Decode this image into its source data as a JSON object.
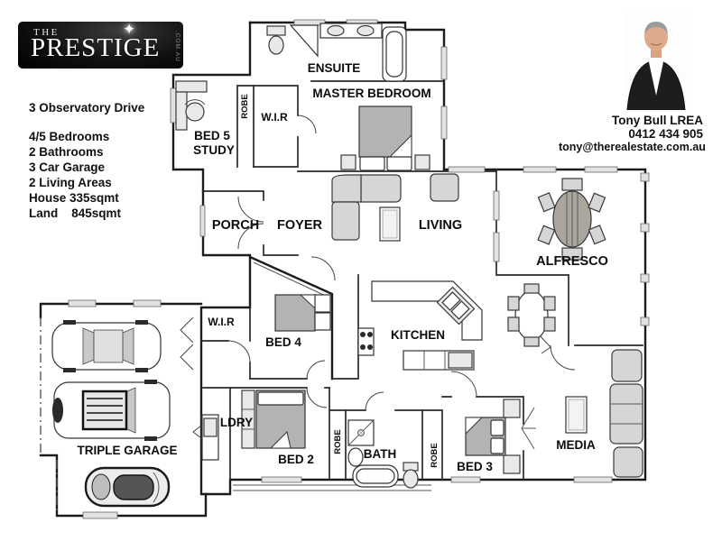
{
  "logo": {
    "the": "THE",
    "brand": "PRESTIGE",
    "sparkle": "✦",
    "suffix": ".COM.AU"
  },
  "property": {
    "address": "3 Observatory Drive",
    "features": [
      "4/5 Bedrooms",
      "2 Bathrooms",
      "3 Car Garage",
      "2 Living Areas",
      "House 335sqmt",
      "Land    845sqmt"
    ]
  },
  "agent": {
    "name": "Tony Bull LREA",
    "phone": "0412 434 905",
    "email": "tony@therealestate.com.au"
  },
  "rooms": {
    "ensuite": "ENSUITE",
    "master": "MASTER BEDROOM",
    "robe_top": "ROBE",
    "wir_top": "W.I.R",
    "bed5_line1": "BED 5",
    "bed5_line2": "STUDY",
    "porch": "PORCH",
    "foyer": "FOYER",
    "living": "LIVING",
    "alfresco": "ALFRESCO",
    "wir_mid": "W.I.R",
    "bed4": "BED 4",
    "kitchen": "KITCHEN",
    "ldry": "LDRY",
    "bed2": "BED 2",
    "robe_bed2": "ROBE",
    "bath": "BATH",
    "robe_bed3": "ROBE",
    "bed3": "BED 3",
    "media": "MEDIA",
    "garage": "TRIPLE GARAGE"
  },
  "colors": {
    "wall": "#1c1c1c",
    "furniture": "#d6d6d6",
    "bed": "#b3b3b3",
    "logo_bg": "#000000"
  }
}
